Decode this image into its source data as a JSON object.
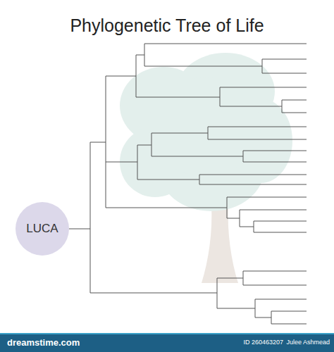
{
  "diagram": {
    "title": "Phylogenetic Tree of Life",
    "nodes": [
      {
        "text": [
          "LUCA"
        ]
      }
    ],
    "labels": [
      "dreamstime.com",
      "ID 260463207",
      "Julee Ashmead"
    ]
  }
}
